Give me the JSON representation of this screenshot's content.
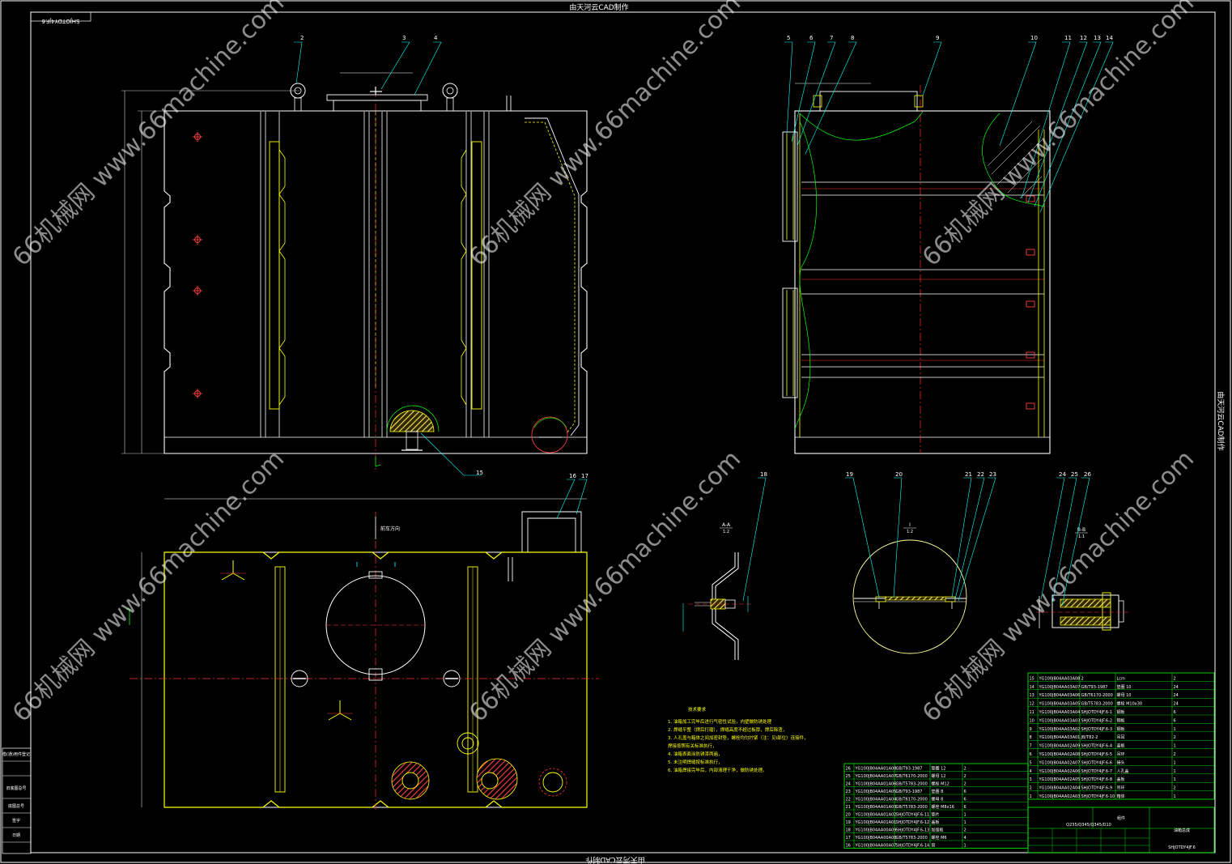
{
  "header": {
    "title": "由天河云CAD制作",
    "drawing_code_mirrored": "SHJOTDY4JF.6"
  },
  "footer": {
    "title": "由天河云CAD制作"
  },
  "side_label": "由天河云CAD制作",
  "watermarks": [
    "66机械网 www.66machine.com",
    "66机械网 www.66machine.com",
    "66机械网 www.66machine.com",
    "66机械网 www.66machine.com",
    "66机械网 www.66machine.com",
    "66机械网 www.66machine.com"
  ],
  "part_numbers_front": [
    "2",
    "3",
    "4"
  ],
  "part_numbers_side": [
    "5",
    "6",
    "7",
    "8",
    "9",
    "10",
    "11",
    "12",
    "13",
    "14"
  ],
  "part_numbers_plan": [
    "16",
    "17"
  ],
  "part_numbers_details": [
    "18",
    "19",
    "20",
    "21",
    "22",
    "23",
    "24",
    "25",
    "26"
  ],
  "part_number_15": "15",
  "section_labels": {
    "aa": "A-A",
    "aa_scale": "1:2",
    "i": "I",
    "i_scale": "1:2",
    "bb": "B-B",
    "bb_scale": "1:1"
  },
  "plan_view": {
    "direction_label": "前车方向"
  },
  "tech_requirements": {
    "title": "技术要求",
    "items": [
      "1. 油箱加工完毕后进行气密性试验，内壁做防锈处理",
      "2. 焊缝平整（焊后打磨），焊缝高度不超过板厚，焊后除渣，",
      "3. 人孔盖与箱体之间加密封垫，螺栓均匀拧紧（注：见I部位）连接件，",
      "   焊接按照有关标准执行，",
      "4. 油箱表面涂防锈漆两遍，",
      "5. 未注明焊缝按标准执行，",
      "6. 油箱焊接完毕后，内部清理干净，做防锈处理。"
    ]
  },
  "title_block": {
    "part_name": "油箱总成",
    "drawing_number": "SHJOTDY4JF.6",
    "material_label": "组件",
    "mat_code": "Q235/Q345/Q345/D10"
  },
  "bom_right": [
    [
      "15",
      "YG100JB04AA03A08",
      "2",
      "Lcm",
      "2"
    ],
    [
      "14",
      "YG100JB04AA03A07",
      "GB/T93-1987",
      "垫圈 10",
      "24"
    ],
    [
      "13",
      "YG100JB04AA03A06",
      "GB/T6170-2000",
      "螺母 10",
      "24"
    ],
    [
      "12",
      "YG100JB04AA03A05",
      "GB/T5783-2000",
      "螺栓 M10x30",
      "24"
    ],
    [
      "11",
      "YG100JB04AA03A04",
      "SHJOTDY4JF.6-1",
      "钢板",
      "6"
    ],
    [
      "10",
      "YG100JB04AA03A03",
      "SHJOTDY4JF.6-2",
      "钢板",
      "6"
    ],
    [
      "9",
      "YG100JB04AA03A02",
      "SHJOTDY4JF.6-3",
      "钢板",
      "1"
    ],
    [
      "8",
      "YG100JB04AA03A01",
      "JB/T82-2",
      "吊耳",
      "2"
    ],
    [
      "7",
      "YG100JB04AA02A09",
      "SHJOTDY4JF.6-4",
      "盖板",
      "1"
    ],
    [
      "6",
      "YG100JB04AA02A08",
      "SHJOTDY4JF.6-5",
      "吊环",
      "2"
    ],
    [
      "5",
      "YG100JB04AA02A07",
      "SHJOTDY4JF.6-6",
      "接头",
      "1"
    ],
    [
      "4",
      "YG100JB04AA02A06",
      "SHJOTDY4JF.6-7",
      "人孔盖",
      "1"
    ],
    [
      "3",
      "YG100JB04AA02A05",
      "SHJOTDY4JF.6-8",
      "盖板",
      "1"
    ],
    [
      "2",
      "YG100JB04AA02A04",
      "SHJOTDY4JF.6-9",
      "吊环",
      "2"
    ],
    [
      "1",
      "YG100JB04AA02A03",
      "SHJOTDY4JF.6-10",
      "箱体",
      "1"
    ]
  ],
  "bom_left": [
    [
      "26",
      "YG100JB04AA01A08",
      "GB/T93-1987",
      "垫圈 12",
      "2"
    ],
    [
      "25",
      "YG100JB04AA01A07",
      "GB/T6170-2000",
      "螺母 12",
      "2"
    ],
    [
      "24",
      "YG100JB04AA01A06",
      "GB/T5783-2000",
      "螺栓 M12",
      "2"
    ],
    [
      "23",
      "YG100JB04AA01A05",
      "GB/T93-1987",
      "垫圈 8",
      "6"
    ],
    [
      "22",
      "YG100JB04AA01A04",
      "GB/T6170-2000",
      "螺母 8",
      "6"
    ],
    [
      "21",
      "YG100JB04AA01A03",
      "GB/T5783-2000",
      "螺栓 M8x16",
      "6"
    ],
    [
      "20",
      "YG100JB04AA01A02",
      "SHJOTDY4JF.6-11",
      "垫片",
      "1"
    ],
    [
      "19",
      "YG100JB04AA01A01",
      "SHJOTDY4JF.6-12",
      "盖板",
      "1"
    ],
    [
      "18",
      "YG100JB04AA00A09",
      "SHJOTDY4JF.6-13",
      "加强板",
      "2"
    ],
    [
      "17",
      "YG100JB04AA00A08",
      "GB/T5783-2000",
      "螺栓 M6",
      "4"
    ],
    [
      "16",
      "YG100JB04AA00A07",
      "SHJOTDY4JF.6-14",
      "管",
      "1"
    ]
  ],
  "left_margin_labels": [
    "借(通)用件登记",
    "旧底图总号",
    "底图总号",
    "签字",
    "日期"
  ]
}
